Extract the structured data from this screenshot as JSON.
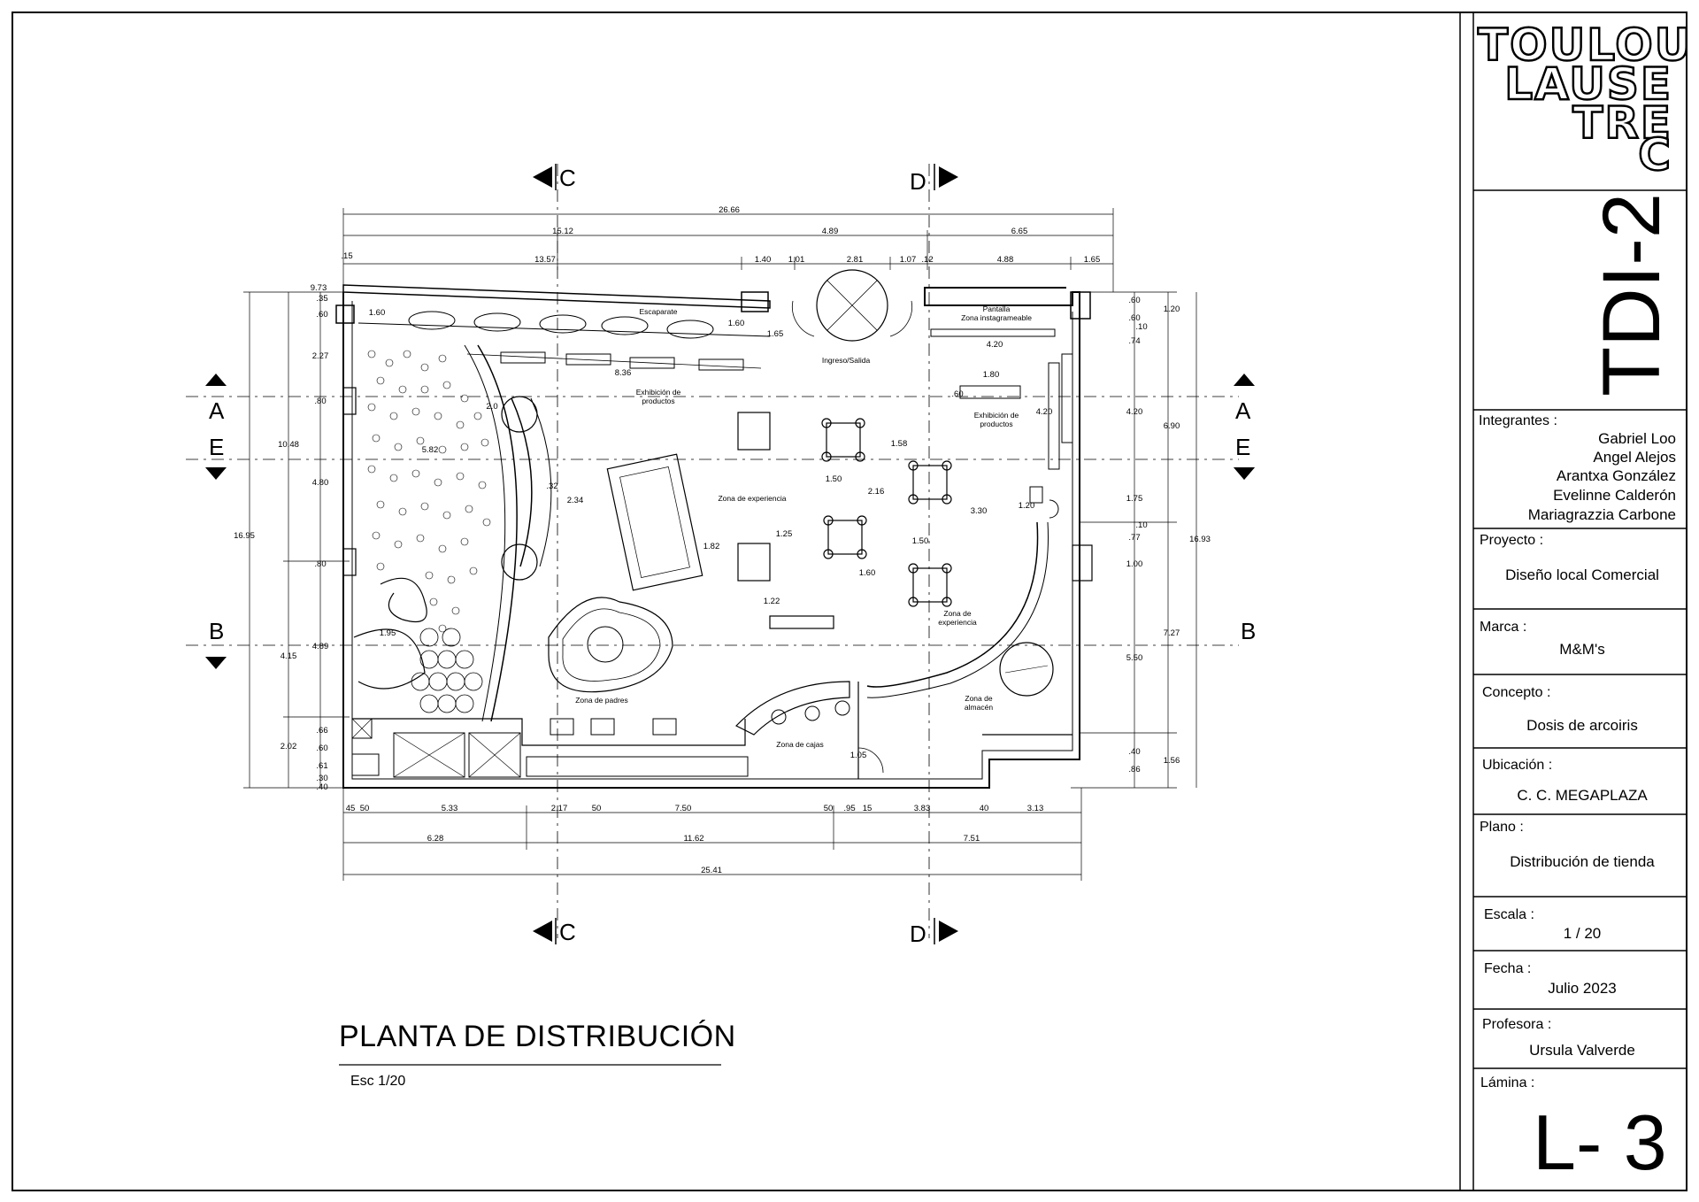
{
  "logo": {
    "lines": [
      "TOULOU",
      "LAUSE",
      "TRE",
      "C"
    ]
  },
  "course_code": "TDI-2",
  "integrantes": {
    "label": "Integrantes :",
    "members": [
      "Gabriel Loo",
      "Angel Alejos",
      "Arantxa González",
      "Evelinne Calderón",
      "Mariagrazzia Carbone"
    ]
  },
  "proyecto": {
    "label": "Proyecto :",
    "value": "Diseño local Comercial"
  },
  "marca": {
    "label": "Marca :",
    "value": "M&M's"
  },
  "concepto": {
    "label": "Concepto :",
    "value": "Dosis de arcoiris"
  },
  "ubicacion": {
    "label": "Ubicación :",
    "value": "C. C. MEGAPLAZA"
  },
  "plano": {
    "label": "Plano :",
    "value": "Distribución de tienda"
  },
  "escala": {
    "label": "Escala :",
    "value": "1 / 20"
  },
  "fecha": {
    "label": "Fecha :",
    "value": "Julio 2023"
  },
  "profesora": {
    "label": "Profesora :",
    "value": "Ursula Valverde"
  },
  "lamina": {
    "label": "Lámina :",
    "value": "L- 3"
  },
  "drawing": {
    "title": "PLANTA DE DISTRIBUCIÓN",
    "scale": "Esc 1/20",
    "section_marks": {
      "c": "C",
      "d": "D",
      "a": "A",
      "e": "E",
      "b": "B"
    },
    "zones": {
      "escaparate": "Escaparate",
      "ingreso": "Ingreso/Salida",
      "pantalla": "Pantalla",
      "instagram": "Zona instagrameable",
      "exhibicion_1a": "Exhibición de",
      "exhibicion_1b": "productos",
      "exhibicion_2a": "Exhibición de",
      "exhibicion_2b": "productos",
      "experiencia_1": "Zona de experiencia",
      "experiencia_2a": "Zona de",
      "experiencia_2b": "experiencia",
      "padres": "Zona de padres",
      "cajas": "Zona de cajas",
      "almacen_a": "Zona de",
      "almacen_b": "almacén"
    },
    "dims": {
      "top_total": "26.66",
      "top_a": "15.12",
      "top_b": "4.89",
      "top_c": "6.65",
      "top2_a": ".15",
      "top2_b": "13.57",
      "top2_c": "1.40",
      "top2_d": "1.01",
      "top2_e": "2.81",
      "top2_f": "1.07",
      "top2_g": ".12",
      "top2_h": "4.88",
      "top2_i": "1.65",
      "bot1_a": "45",
      "bot1_b": "50",
      "bot1_c": "5.33",
      "bot1_d": "2.17",
      "bot1_e": "50",
      "bot1_f": "7.50",
      "bot1_g": "50",
      "bot1_h": ".95",
      "bot1_i": "15",
      "bot1_j": "3.83",
      "bot1_k": "40",
      "bot1_l": "3.13",
      "bot2_a": "6.28",
      "bot2_b": "11.62",
      "bot2_c": "7.51",
      "bot_total": "25.41",
      "left_total": "16.95",
      "left_a": "10.48",
      "left_b": "4.15",
      "left_c": "2.02",
      "left2_a": "9.73",
      "left2_b": ".35",
      "left2_c": ".60",
      "left2_d": "2.27",
      "left2_e": ".80",
      "left2_f": "4.80",
      "left2_g": ".80",
      "left2_h": "4.89",
      "left2_i": ".66",
      "left2_j": ".60",
      "left2_k": ".61",
      "left2_l": ".30",
      "left2_m": ".40",
      "right_total": "16.93",
      "right_a": "1.20",
      "right_b": "6.90",
      "right_c": "7.27",
      "right_d": "1.56",
      "right2_a": ".60",
      "right2_b": ".60",
      "right2_c": ".10",
      "right2_d": ".74",
      "right2_e": "4.20",
      "right2_f": "1.75",
      "right2_g": ".10",
      "right2_h": ".77",
      "right2_i": "1.00",
      "right2_j": "5.50",
      "right2_k": ".40",
      "right2_l": ".86",
      "in_160": "1.60",
      "in_836": "8.36",
      "in_160b": "1.60",
      "in_165": "1.65",
      "in_420": "4.20",
      "in_180": "1.80",
      "in_60": ".60",
      "in_420b": "4.20",
      "in_20": "2.0",
      "in_582": "5.82",
      "in_32": ".32",
      "in_234": "2.34",
      "in_182": "1.82",
      "in_125": "1.25",
      "in_122": "1.22",
      "in_158": "1.58",
      "in_150": "1.50",
      "in_216": "2.16",
      "in_330": "3.30",
      "in_120": "1.20",
      "in_150b": "1.50",
      "in_160c": "1.60",
      "in_195": "1.95",
      "in_105": "1.05"
    }
  }
}
